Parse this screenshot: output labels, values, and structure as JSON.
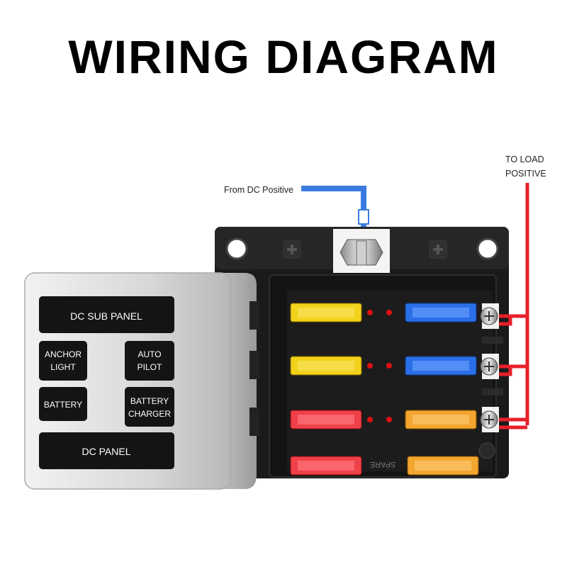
{
  "title": "WIRING DIAGRAM",
  "labels": {
    "from_dc_positive": "From DC Positive",
    "to_load_line1": "TO LOAD",
    "to_load_line2": "POSITIVE"
  },
  "panel": {
    "sub_panel": "DC SUB PANEL",
    "anchor_light_1": "ANCHOR",
    "anchor_light_2": "LIGHT",
    "auto_pilot_1": "AUTO",
    "auto_pilot_2": "PILOT",
    "battery": "BATTERY",
    "battery_charger_1": "BATTERY",
    "battery_charger_2": "CHARGER",
    "dc_panel": "DC PANEL"
  },
  "fuse_block": {
    "spare_label": "SPARE"
  },
  "colors": {
    "wire_positive_in": "#3b7be0",
    "wire_load": "#e8202a",
    "fuse_yellow": "#f2d21a",
    "fuse_blue": "#2a6fe8",
    "fuse_red": "#f04048",
    "fuse_orange": "#f2a630"
  }
}
